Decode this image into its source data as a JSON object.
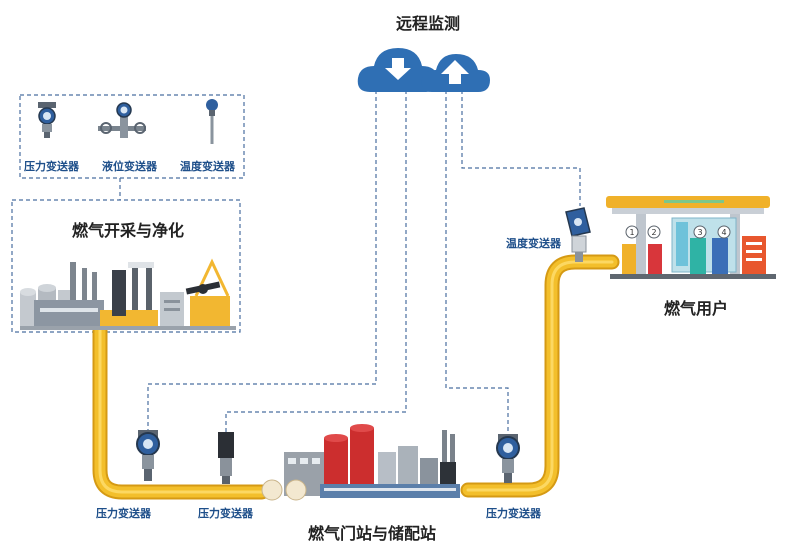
{
  "monitor": {
    "title": "远程监测",
    "download_icon": "download-arrow-icon",
    "upload_icon": "upload-arrow-icon"
  },
  "sensor_panel": {
    "items": [
      {
        "label": "压力变送器",
        "icon": "pressure-transmitter-icon"
      },
      {
        "label": "液位变送器",
        "icon": "level-transmitter-icon"
      },
      {
        "label": "温度变送器",
        "icon": "temperature-transmitter-icon"
      }
    ]
  },
  "extraction": {
    "title": "燃气开采与净化"
  },
  "station": {
    "title": "燃气门站与储配站"
  },
  "consumer": {
    "title": "燃气用户",
    "pump_numbers": [
      "1",
      "2",
      "3",
      "4"
    ]
  },
  "pipeline_sensors": {
    "left_pressure": "压力变送器",
    "mid_pressure": "压力变送器",
    "right_pressure": "压力变送器",
    "consumer_temperature": "温度变送器"
  },
  "colors": {
    "pipe": "#f3bf2b",
    "signal_line": "#4a6fa0",
    "cloud": "#2f6fb4",
    "label": "#1e4f8a",
    "title": "#222222"
  }
}
